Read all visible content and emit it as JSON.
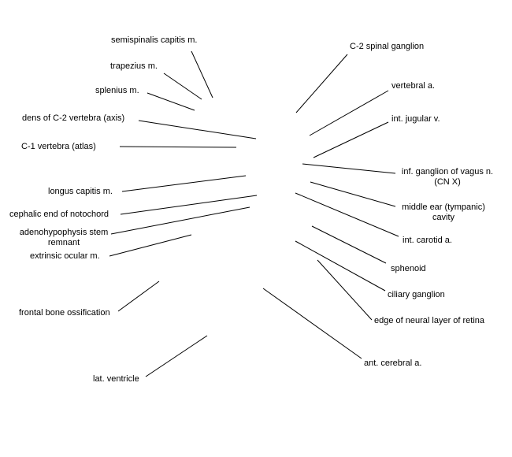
{
  "diagram": {
    "labels": {
      "semispinalis": "semispinalis capitis m.",
      "trapezius": "trapezius m.",
      "splenius": "splenius m.",
      "dens": "dens of C-2 vertebra (axis)",
      "atlas": "C-1 vertebra (atlas)",
      "longus": "longus capitis m.",
      "notochord": "cephalic end of notochord",
      "adenohypophysis_1": "adenohypophysis stem",
      "adenohypophysis_2": "remnant",
      "ocular": "extrinsic ocular m.",
      "frontal": "frontal bone ossification",
      "ventricle": "lat. ventricle",
      "c2_ganglion": "C-2 spinal ganglion",
      "vertebral_a": "vertebral a.",
      "jugular": "int. jugular v.",
      "vagus_1": "inf. ganglion of vagus n.",
      "vagus_2": "(CN X)",
      "middle_ear_1": "middle ear (tympanic)",
      "middle_ear_2": "cavity",
      "carotid": "int. carotid a.",
      "sphenoid": "sphenoid",
      "ciliary": "ciliary ganglion",
      "retina": "edge of neural layer of retina",
      "cerebral": "ant. cerebral a."
    },
    "line_color": "#000000",
    "text_color": "#000000"
  }
}
